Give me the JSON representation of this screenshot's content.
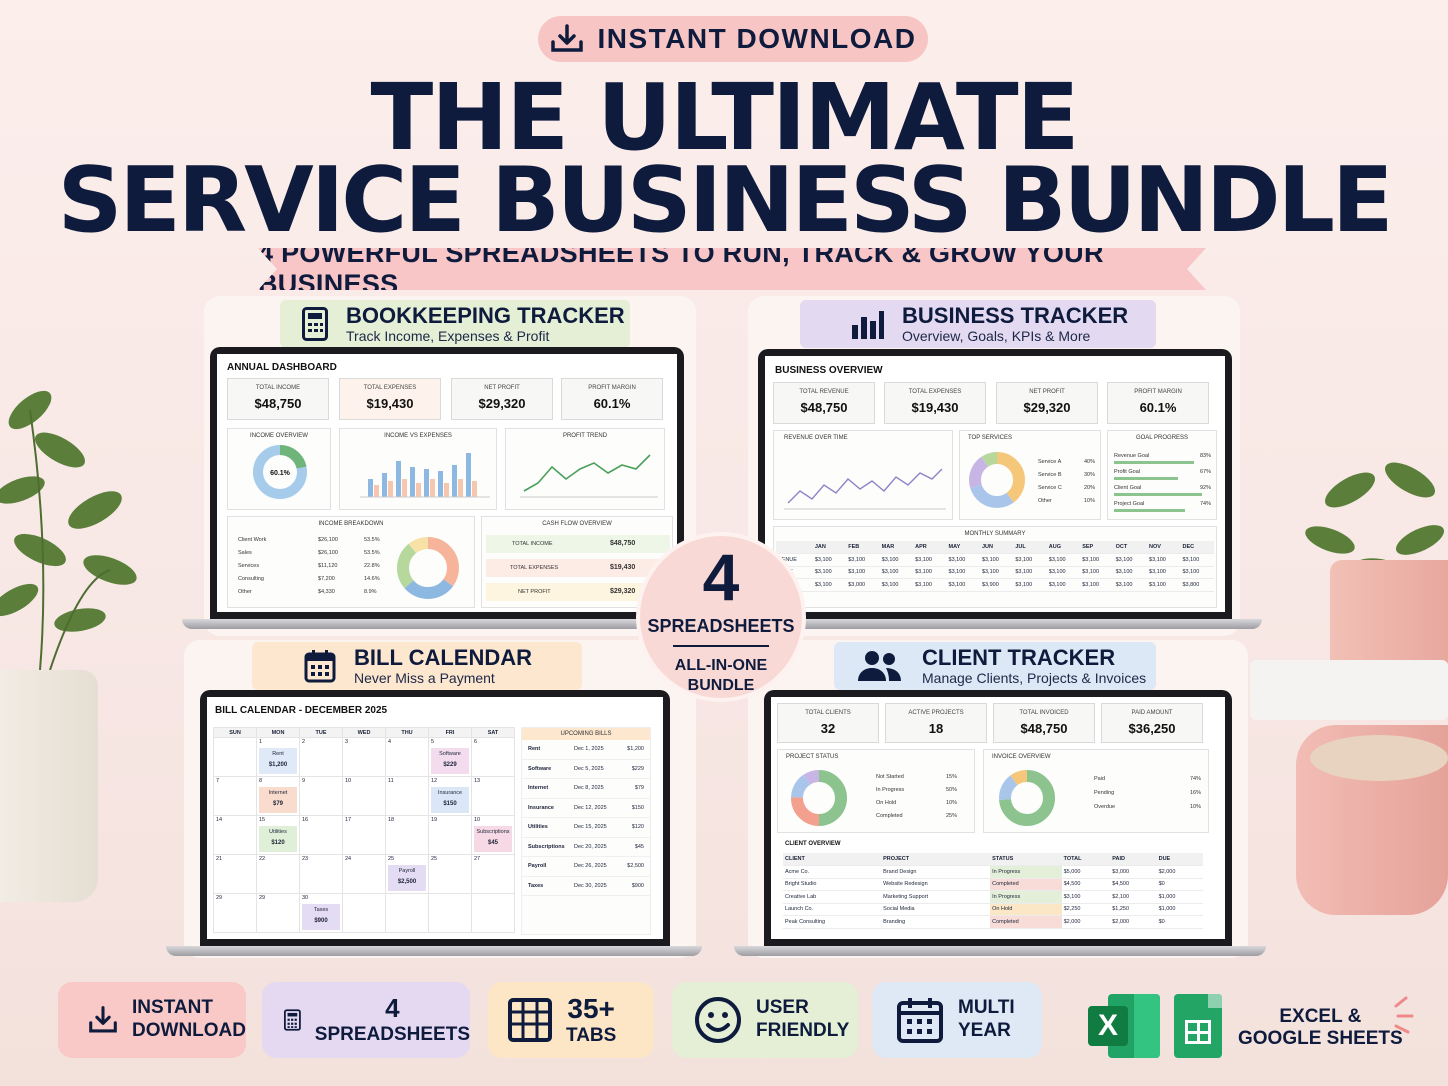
{
  "header": {
    "download_pill": "INSTANT DOWNLOAD",
    "title_line1": "THE ULTIMATE",
    "title_line2": "SERVICE BUSINESS BUNDLE",
    "ribbon": "4 POWERFUL SPREADSHEETS TO RUN, TRACK & GROW YOUR BUSINESS"
  },
  "badge": {
    "number": "4",
    "line1": "SPREADSHEETS",
    "line2": "ALL-IN-ONE",
    "line3": "BUNDLE"
  },
  "bookkeeping": {
    "title": "BOOKKEEPING TRACKER",
    "subtitle": "Track Income, Expenses & Profit",
    "screen_title": "ANNUAL DASHBOARD",
    "kpis": [
      {
        "label": "TOTAL INCOME",
        "value": "$48,750"
      },
      {
        "label": "TOTAL EXPENSES",
        "value": "$19,430"
      },
      {
        "label": "NET PROFIT",
        "value": "$29,320"
      },
      {
        "label": "PROFIT MARGIN",
        "value": "60.1%"
      }
    ],
    "income_overview": "INCOME OVERVIEW",
    "donut_value": "60.1%",
    "income_vs_expenses": "INCOME VS EXPENSES",
    "profit_trend": "PROFIT TREND",
    "income_breakdown": {
      "title": "INCOME BREAKDOWN",
      "rows": [
        {
          "name": "Client Work",
          "amount": "$26,100",
          "pct": "53.5%"
        },
        {
          "name": "Sales",
          "amount": "$26,100",
          "pct": "53.5%"
        },
        {
          "name": "Services",
          "amount": "$11,120",
          "pct": "22.8%"
        },
        {
          "name": "Consulting",
          "amount": "$7,200",
          "pct": "14.6%"
        },
        {
          "name": "Other",
          "amount": "$4,330",
          "pct": "8.9%"
        }
      ]
    },
    "cash_flow": {
      "title": "CASH FLOW OVERVIEW",
      "rows": [
        {
          "label": "TOTAL INCOME",
          "value": "$48,750"
        },
        {
          "label": "TOTAL EXPENSES",
          "value": "$19,430"
        },
        {
          "label": "NET PROFIT",
          "value": "$29,320"
        }
      ]
    }
  },
  "business": {
    "title": "BUSINESS TRACKER",
    "subtitle": "Overview, Goals, KPIs & More",
    "screen_title": "BUSINESS OVERVIEW",
    "kpis": [
      {
        "label": "TOTAL REVENUE",
        "value": "$48,750"
      },
      {
        "label": "TOTAL EXPENSES",
        "value": "$19,430"
      },
      {
        "label": "NET PROFIT",
        "value": "$29,320"
      },
      {
        "label": "PROFIT MARGIN",
        "value": "60.1%"
      }
    ],
    "revenue_over_time": "REVENUE OVER TIME",
    "top_services": {
      "title": "TOP SERVICES",
      "items": [
        {
          "name": "Service A",
          "pct": "40%"
        },
        {
          "name": "Service B",
          "pct": "30%"
        },
        {
          "name": "Service C",
          "pct": "20%"
        },
        {
          "name": "Other",
          "pct": "10%"
        }
      ]
    },
    "goal_progress": {
      "title": "GOAL PROGRESS",
      "items": [
        {
          "name": "Revenue Goal",
          "pct": "83%",
          "fill": 0.83
        },
        {
          "name": "Profit Goal",
          "pct": "67%",
          "fill": 0.67
        },
        {
          "name": "Client Goal",
          "pct": "92%",
          "fill": 0.92
        },
        {
          "name": "Project Goal",
          "pct": "74%",
          "fill": 0.74
        }
      ]
    },
    "monthly_summary": {
      "title": "MONTHLY SUMMARY",
      "months": [
        "JAN",
        "FEB",
        "MAR",
        "APR",
        "MAY",
        "JUN",
        "JUL",
        "AUG",
        "SEP",
        "OCT",
        "NOV",
        "DEC"
      ],
      "rows": [
        {
          "label": "VENUE",
          "values": [
            "$3,100",
            "$3,100",
            "$3,100",
            "$3,100",
            "$3,100",
            "$3,100",
            "$3,100",
            "$3,100",
            "$3,100",
            "$3,100",
            "$3,100",
            "$3,100"
          ]
        },
        {
          "label": "NSES",
          "values": [
            "$3,100",
            "$3,100",
            "$3,100",
            "$3,100",
            "$3,100",
            "$3,100",
            "$3,100",
            "$3,100",
            "$3,100",
            "$3,100",
            "$3,100",
            "$3,100"
          ]
        },
        {
          "label": "FIT",
          "values": [
            "$3,100",
            "$3,000",
            "$3,100",
            "$3,100",
            "$3,100",
            "$3,900",
            "$3,100",
            "$3,100",
            "$3,100",
            "$3,100",
            "$3,100",
            "$3,800"
          ]
        }
      ]
    }
  },
  "bills": {
    "title": "BILL CALENDAR",
    "subtitle": "Never Miss a Payment",
    "screen_title": "BILL CALENDAR - DECEMBER 2025",
    "days": [
      "SUN",
      "MON",
      "TUE",
      "WED",
      "THU",
      "FRI",
      "SAT"
    ],
    "weeks": [
      [
        "",
        "1",
        "2",
        "3",
        "4",
        "5",
        "6"
      ],
      [
        "7",
        "8",
        "9",
        "10",
        "11",
        "12",
        "13"
      ],
      [
        "14",
        "15",
        "16",
        "17",
        "18",
        "19",
        "10"
      ],
      [
        "21",
        "22",
        "23",
        "24",
        "25",
        "25",
        "27"
      ],
      [
        "29",
        "29",
        "30",
        "",
        "",
        "",
        ""
      ]
    ],
    "events": [
      {
        "name": "Rent",
        "amount": "$1,200",
        "week": 0,
        "day": 1,
        "color": "#dfe9f7"
      },
      {
        "name": "Software",
        "amount": "$229",
        "week": 0,
        "day": 5,
        "color": "#f4dcef"
      },
      {
        "name": "Internet",
        "amount": "$79",
        "week": 1,
        "day": 1,
        "color": "#f9dccd"
      },
      {
        "name": "Insurance",
        "amount": "$150",
        "week": 1,
        "day": 5,
        "color": "#dbe7f6"
      },
      {
        "name": "Utilities",
        "amount": "$120",
        "week": 2,
        "day": 1,
        "color": "#e0efd8"
      },
      {
        "name": "Subscriptions",
        "amount": "$45",
        "week": 2,
        "day": 6,
        "color": "#f6d9e4"
      },
      {
        "name": "Payroll",
        "amount": "$2,500",
        "week": 3,
        "day": 4,
        "color": "#e4dcf3"
      },
      {
        "name": "Taxes",
        "amount": "$900",
        "week": 4,
        "day": 2,
        "color": "#e4dcf3"
      }
    ],
    "upcoming": {
      "title": "UPCOMING BILLS",
      "rows": [
        {
          "name": "Rent",
          "date": "Dec 1, 2025",
          "amount": "$1,200"
        },
        {
          "name": "Software",
          "date": "Dec 5, 2025",
          "amount": "$229"
        },
        {
          "name": "Internet",
          "date": "Dec 8, 2025",
          "amount": "$79"
        },
        {
          "name": "Insurance",
          "date": "Dec 12, 2025",
          "amount": "$150"
        },
        {
          "name": "Utilities",
          "date": "Dec 15, 2025",
          "amount": "$120"
        },
        {
          "name": "Subscriptions",
          "date": "Dec 20, 2025",
          "amount": "$45"
        },
        {
          "name": "Payroll",
          "date": "Dec 26, 2025",
          "amount": "$2,500"
        },
        {
          "name": "Taxes",
          "date": "Dec 30, 2025",
          "amount": "$900"
        }
      ]
    }
  },
  "clients": {
    "title": "CLIENT TRACKER",
    "subtitle": "Manage Clients, Projects & Invoices",
    "kpis": [
      {
        "label": "TOTAL CLIENTS",
        "value": "32"
      },
      {
        "label": "ACTIVE PROJECTS",
        "value": "18"
      },
      {
        "label": "TOTAL INVOICED",
        "value": "$48,750"
      },
      {
        "label": "PAID AMOUNT",
        "value": "$36,250"
      }
    ],
    "project_status": {
      "title": "PROJECT STATUS",
      "items": [
        {
          "name": "Not Started",
          "pct": "15%"
        },
        {
          "name": "In Progress",
          "pct": "50%"
        },
        {
          "name": "On Hold",
          "pct": "10%"
        },
        {
          "name": "Completed",
          "pct": "25%"
        }
      ]
    },
    "invoice_overview": {
      "title": "INVOICE OVERVIEW",
      "items": [
        {
          "name": "Paid",
          "pct": "74%"
        },
        {
          "name": "Pending",
          "pct": "16%"
        },
        {
          "name": "Overdue",
          "pct": "10%"
        }
      ]
    },
    "client_overview": {
      "title": "CLIENT OVERVIEW",
      "headers": [
        "CLIENT",
        "PROJECT",
        "STATUS",
        "TOTAL",
        "PAID",
        "DUE"
      ],
      "rows": [
        [
          "Acme Co.",
          "Brand Design",
          "In Progress",
          "$5,000",
          "$3,000",
          "$2,000"
        ],
        [
          "Bright Studio",
          "Website Redesign",
          "Completed",
          "$4,500",
          "$4,500",
          "$0"
        ],
        [
          "Creative Lab",
          "Marketing Support",
          "In Progress",
          "$3,100",
          "$2,100",
          "$1,000"
        ],
        [
          "Launch Co.",
          "Social Media",
          "On Hold",
          "$2,250",
          "$1,250",
          "$1,000"
        ],
        [
          "Peak Consulting",
          "Branding",
          "Completed",
          "$2,000",
          "$2,000",
          "$0"
        ]
      ]
    }
  },
  "features": [
    {
      "line1": "INSTANT",
      "line2": "DOWNLOAD"
    },
    {
      "line1": "4",
      "line2": "SPREADSHEETS"
    },
    {
      "line1": "35+",
      "line2": "TABS"
    },
    {
      "line1": "USER",
      "line2": "FRIENDLY"
    },
    {
      "line1": "MULTI",
      "line2": "YEAR"
    },
    {
      "line1": "EXCEL &",
      "line2": "GOOGLE SHEETS"
    }
  ],
  "colors": {
    "navy": "#0e1b3d",
    "pink": "#f7c5c4",
    "green": "#6fb57a",
    "blue": "#8db8e2",
    "purple": "#e1d8f1",
    "yellow": "#fbe6c4"
  }
}
